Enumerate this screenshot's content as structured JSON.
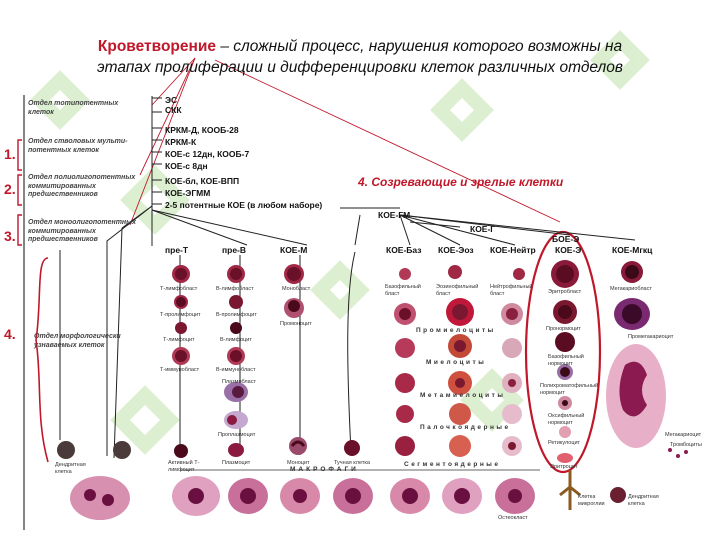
{
  "title": {
    "highlight": "Кроветворение",
    "line1_rest": " – сложный процесс, нарушения которого возможны на",
    "line2": "этапах пролиферации и дифференцировки клеток различных отделов"
  },
  "departments": [
    {
      "num": "",
      "label": "Отдел тотипотентных клеток"
    },
    {
      "num": "1.",
      "label": "Отдел стволовых мульти-потентных клеток"
    },
    {
      "num": "2.",
      "label": "Отдел полиолигопотентных коммитированных предшественников"
    },
    {
      "num": "3.",
      "label": "Отдел моноолигопотентных коммитированных предшественников"
    },
    {
      "num": "4.",
      "label": "Отдел морфологически узнаваемых клеток"
    }
  ],
  "cfu_groups": {
    "g0": [
      "ЭС",
      "СКК"
    ],
    "g1": [
      "КРКМ-Д, КООБ-28",
      "КРКМ-К",
      "КОЕ-с 12дн, КООБ-7",
      "КОЕ-с 8дн"
    ],
    "g2": [
      "КОЕ-бл, КОЕ-ВПП",
      "КОЕ-ЭГММ",
      "2-5 потентные КОЕ (в любом наборе)"
    ]
  },
  "mature_label": "4. Созревающие и зрелые клетки",
  "lineages": {
    "koe_gm": "КОЕ-ГМ",
    "koe_g": "КОЕ-Г",
    "boe_e": "БОЕ-Э",
    "pre_t": "пре-Т",
    "pre_b": "пре-В",
    "koe_m": "КОЕ-М",
    "koe_baz": "КОЕ-Баз",
    "koe_eoz": "КОЕ-Эоз",
    "koe_neitr": "КОЕ-Нейтр",
    "koe_e": "КОЕ-Э",
    "koe_mgkc": "КОЕ-Мгкц"
  },
  "row_labels": {
    "promyelocytes": "Промиелоциты",
    "myelocytes": "Миелоциты",
    "metamyelocytes": "Метамиелоциты",
    "band": "Палочкоядерные",
    "segmented": "Сегментоядерные",
    "macrophages": "МАКРОФАГИ"
  },
  "cell_captions": {
    "t_lymphoblast": "Т-лимфобласт",
    "t_prolymphocyte": "Т-пролимфоцит",
    "t_lymphocyte": "Т-лимфоцит",
    "t_immunoblast": "Т-иммунобласт",
    "b_lymphoblast": "В-лимфобласт",
    "b_prolymphocyte": "В-пролимфоцит",
    "b_lymphocyte": "В-лимфоцит",
    "b_immunoblast": "В-иммунобласт",
    "plasmoblast": "Плазмобласт",
    "proplasmocyte": "Проплазмоцит",
    "plasmocyte": "Плазмоцит",
    "monoblast": "Монобласт",
    "promonocyte": "Промоноцит",
    "monocyte": "Моноцит",
    "mast_cell": "Тучная клетка",
    "active_t": "Активный Т-лимфоцит",
    "dendritic_cell": "Дендритная клетка",
    "basophil_blast": "Базофильный бласт",
    "eosinophil_blast": "Эозинофильный бласт",
    "neutrophil_blast": "Нейтрофильный бласт",
    "erythroblast": "Эритробласт",
    "pronormocyte": "Пронормоцит",
    "baso_normocyte": "Базофильный нормоцит",
    "poly_normocyte": "Полихроматофильный нормоцит",
    "oxy_normocyte": "Оксифильный нормоцит",
    "reticulocyte": "Ретикулоцит",
    "erythrocyte": "Эритроцит",
    "megakaryoblast": "Мегакариобласт",
    "promegakaryocyte": "Промегакариоцит",
    "megakaryocyte": "Мегакариоцит",
    "thrombocytes": "Тромбоциты",
    "osteoclast": "Остеокласт",
    "microglia": "Клетка микроглии"
  },
  "colors": {
    "accent": "#c0182a",
    "line": "#333333",
    "cell_dark": "#7a1830",
    "cell_mid": "#b03a55",
    "cell_light": "#e6b8c6",
    "watermark": "#9bd37a"
  }
}
